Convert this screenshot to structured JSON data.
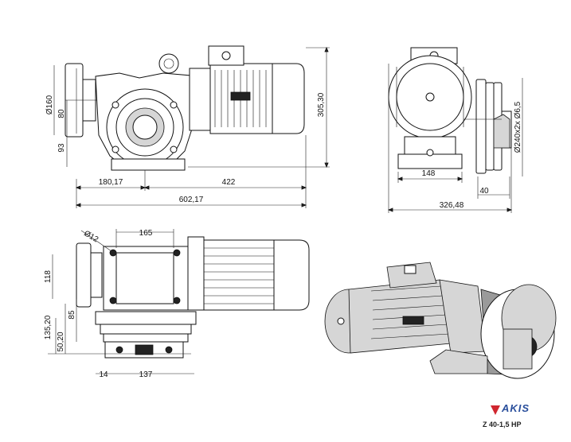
{
  "dimensions": {
    "front": {
      "dia_160": "Ø160",
      "d80": "80",
      "d93": "93",
      "d305": "305,30",
      "d180": "180,17",
      "d422": "422",
      "d602": "602,17"
    },
    "side": {
      "d148": "148",
      "d40": "40",
      "d326": "326,48",
      "dia_240": "Ø240x2x Ø6,5"
    },
    "top": {
      "dia_12": "Ø12",
      "d165": "165",
      "d118": "118",
      "d85": "85",
      "d135": "135,20",
      "d50": "50,20",
      "d14": "14",
      "d137": "137"
    }
  },
  "brand": {
    "logo": "AKIS",
    "model": "Z 40-1,5 HP",
    "colors": {
      "logo_blue": "#2a4f9c",
      "logo_red": "#d0262f"
    }
  }
}
